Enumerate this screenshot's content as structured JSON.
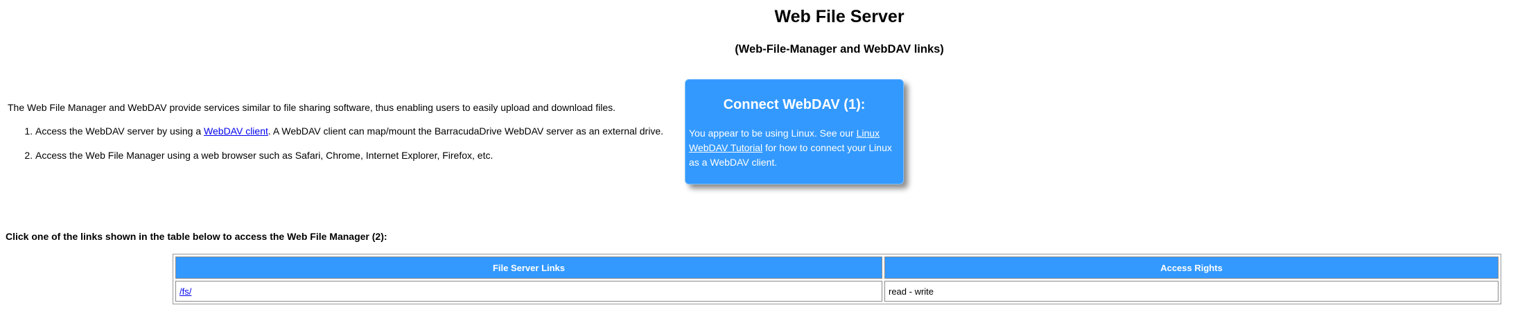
{
  "page": {
    "title": "Web File Server",
    "subtitle": "(Web-File-Manager and WebDAV links)"
  },
  "intro": {
    "text": "The Web File Manager and WebDAV provide services similar to file sharing software, thus enabling users to easily upload and download files.",
    "steps": [
      {
        "before": "Access the WebDAV server by using a ",
        "link": "WebDAV client",
        "after": ". A WebDAV client can map/mount the BarracudaDrive WebDAV server as an external drive."
      },
      {
        "text": "Access the Web File Manager using a web browser such as Safari, Chrome, Internet Explorer, Firefox, etc."
      }
    ]
  },
  "webdav_box": {
    "heading": "Connect WebDAV (1):",
    "text_before": "You appear to be using Linux. See our ",
    "link": "Linux WebDAV Tutorial",
    "text_after": " for how to connect your Linux as a WebDAV client."
  },
  "instructions": "Click one of the links shown in the table below to access the Web File Manager (2):",
  "table": {
    "headers": [
      "File Server Links",
      "Access Rights"
    ],
    "rows": [
      {
        "link": "/fs/",
        "rights": "read - write"
      }
    ]
  },
  "colors": {
    "accent": "#3399ff",
    "link": "#0000ee",
    "text": "#000000"
  }
}
